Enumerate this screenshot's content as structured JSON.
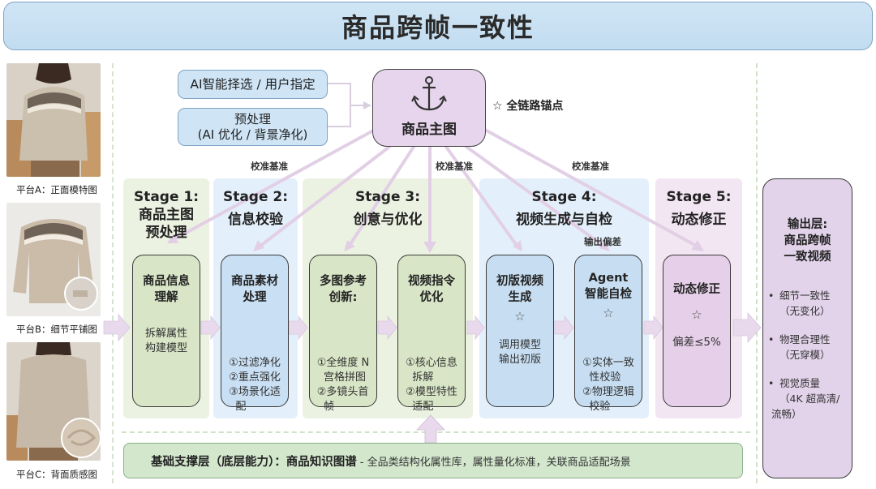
{
  "title": "商品跨帧一致性",
  "platform_images": [
    {
      "label": "平台A：正面模特图",
      "icon": "model-front-photo"
    },
    {
      "label": "平台B：细节平铺图",
      "icon": "flat-lay-photo"
    },
    {
      "label": "平台C：背面质感图",
      "icon": "back-texture-photo"
    }
  ],
  "inputs": {
    "ai_select": "AI智能择选 / 用户指定",
    "preprocess_line1": "预处理",
    "preprocess_line2": "(AI 优化 / 背景净化)"
  },
  "anchor": {
    "icon": "anchor-icon",
    "label": "商品主图",
    "note": "☆ 全链路锚点"
  },
  "calibration_labels": [
    "校准基准",
    "校准基准",
    "校准基准"
  ],
  "deviation_label": "输出偏差",
  "stages": [
    {
      "title": "Stage 1:",
      "subtitle_1": "商品主图",
      "subtitle_2": "预处理",
      "color": "#ecf2e2"
    },
    {
      "title": "Stage 2:",
      "subtitle_1": "信息校验",
      "color": "#e3f0fb"
    },
    {
      "title": "Stage 3:",
      "subtitle_1": "创意与优化",
      "color": "#ecf2e2"
    },
    {
      "title": "Stage 4:",
      "subtitle_1": "视频生成与自检",
      "color": "#e3f0fb"
    },
    {
      "title": "Stage 5:",
      "subtitle_1": "动态修正",
      "color": "#f3e6f3"
    }
  ],
  "cards": [
    {
      "title_1": "商品信息",
      "title_2": "理解",
      "star": "",
      "lines": [
        "拆解属性",
        "构建模型"
      ]
    },
    {
      "title_1": "商品素材",
      "title_2": "处理",
      "star": "",
      "lines": [
        "①过滤净化",
        "②重点强化",
        "③场景化适",
        "  配"
      ]
    },
    {
      "title_1": "多图参考",
      "title_2": "创新:",
      "star": "",
      "lines": [
        "①全维度 N",
        "  宫格拼图",
        "②多镜头首",
        "  帧"
      ]
    },
    {
      "title_1": "视频指令",
      "title_2": "优化",
      "star": "",
      "lines": [
        "①核心信息",
        "  拆解",
        "②模型特性",
        "  适配"
      ]
    },
    {
      "title_1": "初版视频",
      "title_2": "生成",
      "star": "☆",
      "lines": [
        "调用模型",
        "输出初版"
      ]
    },
    {
      "title_1": "Agent",
      "title_2": "智能自检",
      "star": "☆",
      "lines": [
        "①实体一致",
        "  性校验",
        "②物理逻辑",
        "  校验"
      ]
    },
    {
      "title_1": "动态修正",
      "title_2": "",
      "star": "☆",
      "lines": [
        "偏差≤5%"
      ]
    }
  ],
  "output": {
    "title_1": "输出层:",
    "title_2": "商品跨帧",
    "title_3": "一致视频",
    "items": [
      {
        "line1": "细节一致性",
        "line2": "（无变化）"
      },
      {
        "line1": "物理合理性",
        "line2": "（无穿模）"
      },
      {
        "line1": "视觉质量",
        "line2": "（4K 超高清/",
        "line3": "流畅）"
      }
    ]
  },
  "foundation": {
    "bold": "基础支撑层（底层能力）：商品知识图谱",
    "normal": "- 全品类结构化属性库，属性量化标准，关联商品适配场景"
  },
  "colors": {
    "title_bg": "#c8e0f3",
    "anchor_bg": "#e6d5ec",
    "arrow": "#e2cfe6",
    "green_panel": "#ecf2e2",
    "blue_panel": "#e3f0fb",
    "pink_panel": "#f3e6f3"
  }
}
